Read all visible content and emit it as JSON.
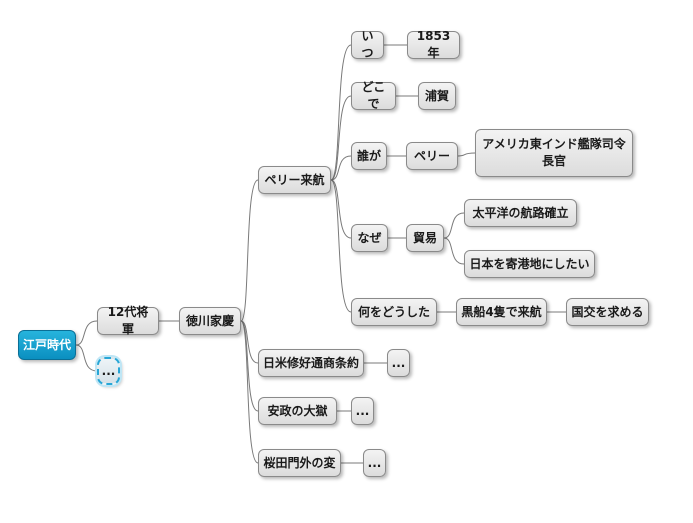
{
  "mindmap": {
    "nodes": [
      {
        "id": "root",
        "label": "江戸時代",
        "kind": "root",
        "interactable": true
      },
      {
        "id": "shogun",
        "label": "12代将軍",
        "interactable": true
      },
      {
        "id": "collapsed_branch",
        "label": "...",
        "kind": "collapsed",
        "interactable": true
      },
      {
        "id": "ieyoshi",
        "label": "徳川家慶",
        "interactable": true
      },
      {
        "id": "perry_arrival",
        "label": "ペリー来航",
        "interactable": true
      },
      {
        "id": "when",
        "label": "いつ",
        "interactable": true
      },
      {
        "id": "year",
        "label": "1853年",
        "interactable": true
      },
      {
        "id": "where",
        "label": "どこで",
        "interactable": true
      },
      {
        "id": "uraga",
        "label": "浦賀",
        "interactable": true
      },
      {
        "id": "who",
        "label": "誰が",
        "interactable": true
      },
      {
        "id": "perry",
        "label": "ペリー",
        "interactable": true
      },
      {
        "id": "commander",
        "label": "アメリカ東インド艦隊司令\n長官",
        "interactable": true
      },
      {
        "id": "why",
        "label": "なぜ",
        "interactable": true
      },
      {
        "id": "trade",
        "label": "貿易",
        "interactable": true
      },
      {
        "id": "pacific",
        "label": "太平洋の航路確立",
        "interactable": true
      },
      {
        "id": "port",
        "label": "日本を寄港地にしたい",
        "interactable": true
      },
      {
        "id": "what",
        "label": "何をどうした",
        "interactable": true
      },
      {
        "id": "blackships",
        "label": "黒船4隻で来航",
        "interactable": true
      },
      {
        "id": "demand",
        "label": "国交を求める",
        "interactable": true
      },
      {
        "id": "treaty",
        "label": "日米修好通商条約",
        "interactable": true
      },
      {
        "id": "treaty_more",
        "label": "...",
        "interactable": true
      },
      {
        "id": "ansei",
        "label": "安政の大獄",
        "interactable": true
      },
      {
        "id": "ansei_more",
        "label": "...",
        "interactable": true
      },
      {
        "id": "sakurada",
        "label": "桜田門外の変",
        "interactable": true
      },
      {
        "id": "sakurada_more",
        "label": "...",
        "interactable": true
      }
    ],
    "edges": [
      [
        "root",
        "shogun"
      ],
      [
        "root",
        "collapsed_branch"
      ],
      [
        "shogun",
        "ieyoshi"
      ],
      [
        "ieyoshi",
        "perry_arrival"
      ],
      [
        "ieyoshi",
        "treaty"
      ],
      [
        "ieyoshi",
        "ansei"
      ],
      [
        "ieyoshi",
        "sakurada"
      ],
      [
        "perry_arrival",
        "when"
      ],
      [
        "perry_arrival",
        "where"
      ],
      [
        "perry_arrival",
        "who"
      ],
      [
        "perry_arrival",
        "why"
      ],
      [
        "perry_arrival",
        "what"
      ],
      [
        "when",
        "year"
      ],
      [
        "where",
        "uraga"
      ],
      [
        "who",
        "perry"
      ],
      [
        "perry",
        "commander"
      ],
      [
        "why",
        "trade"
      ],
      [
        "trade",
        "pacific"
      ],
      [
        "trade",
        "port"
      ],
      [
        "what",
        "blackships"
      ],
      [
        "blackships",
        "demand"
      ],
      [
        "treaty",
        "treaty_more"
      ],
      [
        "ansei",
        "ansei_more"
      ],
      [
        "sakurada",
        "sakurada_more"
      ]
    ],
    "colors": {
      "root": "#1aa6d6",
      "line": "#7a7a7a",
      "node_border": "#8a8a8a"
    }
  }
}
